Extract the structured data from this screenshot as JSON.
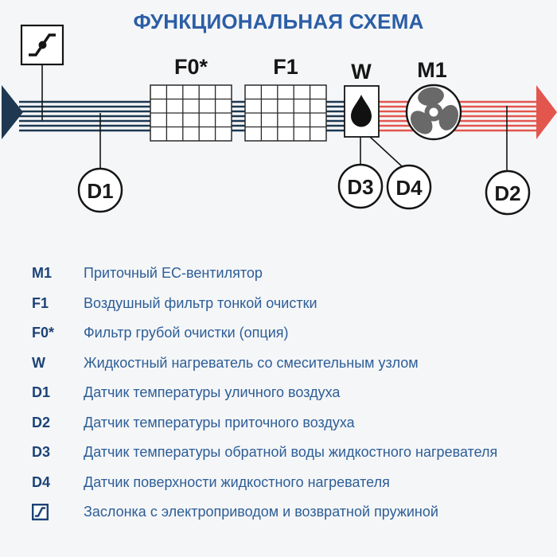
{
  "title": "ФУНКЦИОНАЛЬНАЯ СХЕМА",
  "colors": {
    "background": "#f5f6f8",
    "title_text": "#2b5ea6",
    "outdoor_air_navy": "#1d3850",
    "supply_air_red": "#e2564e",
    "fan_blade_gray": "#696969",
    "legend_key_text": "#1c4376",
    "legend_desc_text": "#2d5e97",
    "diagram_stroke": "#151515"
  },
  "diagram": {
    "labels": {
      "f0": "F0*",
      "f1": "F1",
      "w": "W",
      "m1": "M1",
      "d1": "D1",
      "d2": "D2",
      "d3": "D3",
      "d4": "D4"
    },
    "icons": {
      "damper": "damper-actuator-icon",
      "coarse_filter": "filter-grid-icon",
      "fine_filter": "filter-grid-icon",
      "heater": "water-droplet-icon",
      "fan": "fan-propeller-icon",
      "inlet": "outdoor-air-arrow",
      "outlet": "supply-air-arrow"
    }
  },
  "legend": {
    "items": [
      {
        "key": "M1",
        "desc": "Приточный EC-вентилятор"
      },
      {
        "key": "F1",
        "desc": "Воздушный фильтр тонкой очистки"
      },
      {
        "key": "F0*",
        "desc": "Фильтр грубой очистки (опция)"
      },
      {
        "key": "W",
        "desc": "Жидкостный нагреватель со смесительным узлом"
      },
      {
        "key": "D1",
        "desc": "Датчик температуры уличного воздуха"
      },
      {
        "key": "D2",
        "desc": "Датчик температуры приточного воздуха"
      },
      {
        "key": "D3",
        "desc": "Датчик температуры обратной воды жидкостного нагревателя"
      },
      {
        "key": "D4",
        "desc": "Датчик поверхности жидкостного нагревателя"
      },
      {
        "key_icon": "damper-icon",
        "desc": "Заслонка с электроприводом и возвратной пружиной"
      }
    ]
  }
}
